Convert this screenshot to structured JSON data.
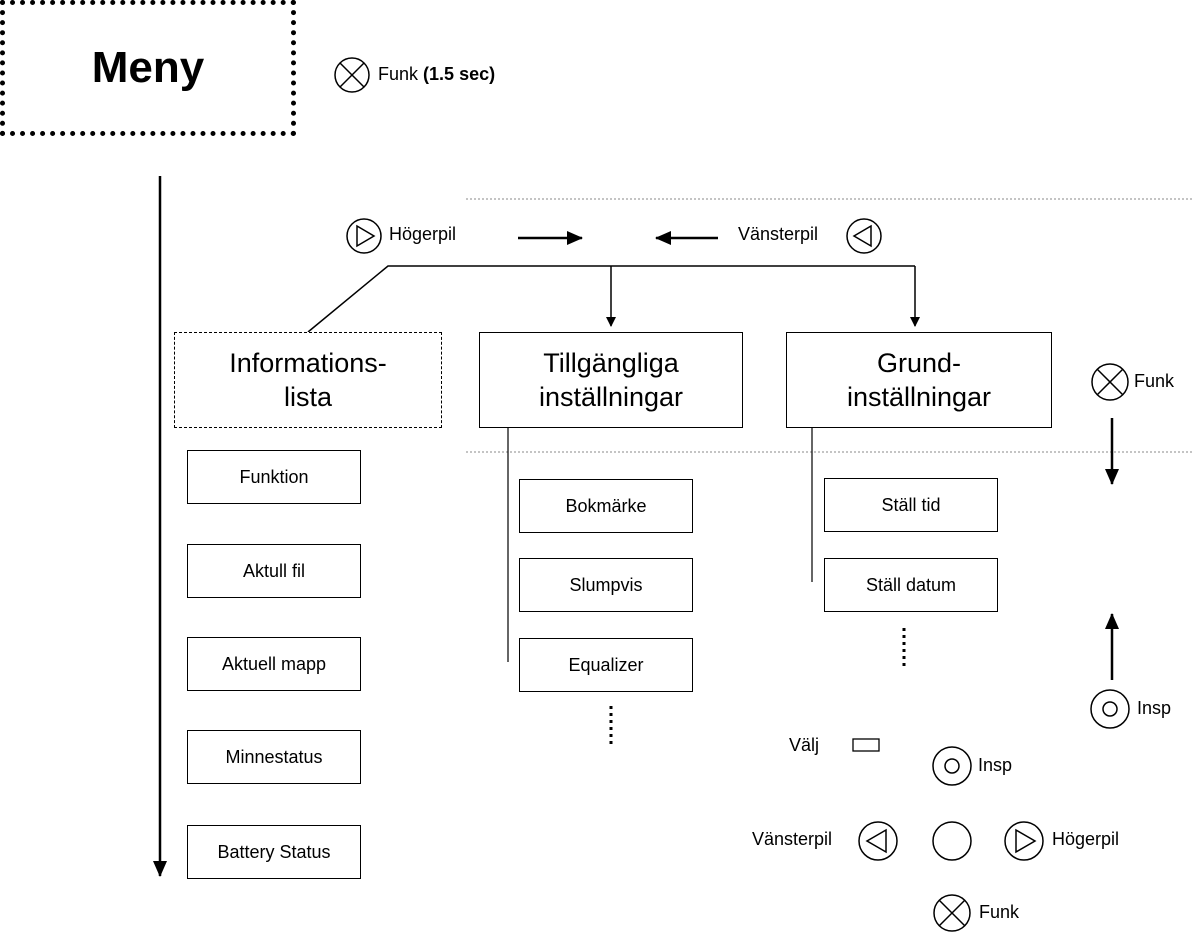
{
  "menu": {
    "title": "Meny"
  },
  "header_hint": {
    "key": "Funk",
    "duration": "(1.5 sec)"
  },
  "nav_top": {
    "right_label": "Högerpil",
    "left_label": "Vänsterpil"
  },
  "categories": {
    "info": {
      "line1": "Informations-",
      "line2": "lista"
    },
    "available": {
      "line1": "Tillgängliga",
      "line2": "inställningar"
    },
    "basic": {
      "line1": "Grund-",
      "line2": "inställningar"
    }
  },
  "info_items": [
    "Funktion",
    "Aktull fil",
    "Aktuell mapp",
    "Minnestatus",
    "Battery Status"
  ],
  "available_items": [
    "Bokmärke",
    "Slumpvis",
    "Equalizer"
  ],
  "basic_items": [
    "Ställ tid",
    "Ställ datum"
  ],
  "side_controls": {
    "down_label": "Funk",
    "up_label": "Insp"
  },
  "legend": {
    "select": "Välj",
    "rec": "Insp",
    "left": "Vänsterpil",
    "right": "Högerpil",
    "func": "Funk"
  }
}
